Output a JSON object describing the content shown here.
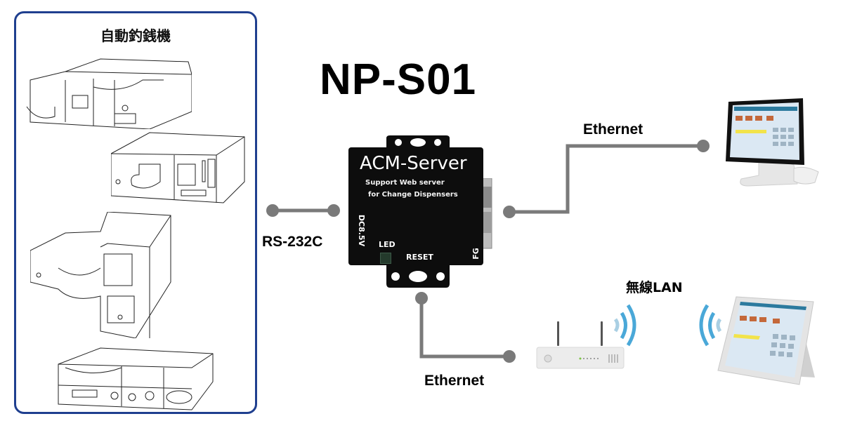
{
  "title": "NP-S01",
  "left_panel": {
    "title": "自動釣銭機",
    "machines": [
      "change-machine-1",
      "change-machine-2",
      "change-machine-3",
      "change-machine-4"
    ]
  },
  "device": {
    "name": "ACM-Server",
    "subtitle_line1": "Support Web server",
    "subtitle_line2": "for Change Dispensers",
    "power_label": "DC8.5V",
    "led_label": "LED",
    "reset_label": "RESET",
    "fg_label": "FG"
  },
  "connections": {
    "serial_label": "RS-232C",
    "ethernet_top_label": "Ethernet",
    "ethernet_bottom_label": "Ethernet",
    "wireless_label": "無線LAN"
  },
  "colors": {
    "panel_border": "#1f3f8f",
    "line": "#7a7a7a",
    "wifi": "#4aa8d8",
    "device": "#0d0d0d"
  }
}
